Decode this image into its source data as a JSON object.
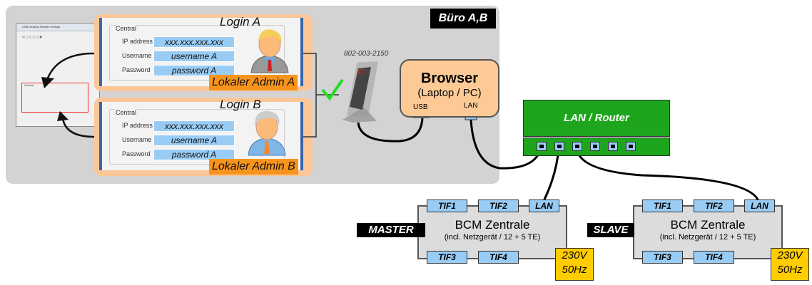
{
  "office": {
    "label": "Büro A,B"
  },
  "settings_dialog": {
    "title": "USB Desktop Reader settings",
    "group": "Central"
  },
  "logins": [
    {
      "title": "Login A",
      "group": "Central",
      "fields": [
        {
          "label": "IP address",
          "value": "xxx.xxx.xxx.xxx"
        },
        {
          "label": "Username",
          "value": "username A"
        },
        {
          "label": "Password",
          "value": "password A"
        }
      ],
      "admin": "Lokaler Admin A"
    },
    {
      "title": "Login B",
      "group": "Central",
      "fields": [
        {
          "label": "IP address",
          "value": "xxx.xxx.xxx.xxx"
        },
        {
          "label": "Username",
          "value": "username A"
        },
        {
          "label": "Password",
          "value": "password A"
        }
      ],
      "admin": "Lokaler Admin B"
    }
  ],
  "reader": {
    "serial": "802-003-2150"
  },
  "browser": {
    "title": "Browser",
    "subtitle": "(Laptop / PC)",
    "usb": "USB",
    "lan": "LAN"
  },
  "router": {
    "label": "LAN / Router"
  },
  "centrals": [
    {
      "role": "MASTER",
      "name": "BCM Zentrale",
      "desc": "(incl. Netzgerät / 12 + 5 TE)",
      "ports": [
        "TIF1",
        "TIF2",
        "LAN",
        "TIF3",
        "TIF4"
      ],
      "power": [
        "230V",
        "50Hz"
      ]
    },
    {
      "role": "SLAVE",
      "name": "BCM Zentrale",
      "desc": "(incl. Netzgerät / 12 + 5 TE)",
      "ports": [
        "TIF1",
        "TIF2",
        "LAN",
        "TIF3",
        "TIF4"
      ],
      "power": [
        "230V",
        "50Hz"
      ]
    }
  ],
  "colors": {
    "admin": "#f7941d",
    "router": "#1ea51e",
    "field": "#99ccf5",
    "power": "#ffcc00",
    "check": "#22dd22"
  }
}
